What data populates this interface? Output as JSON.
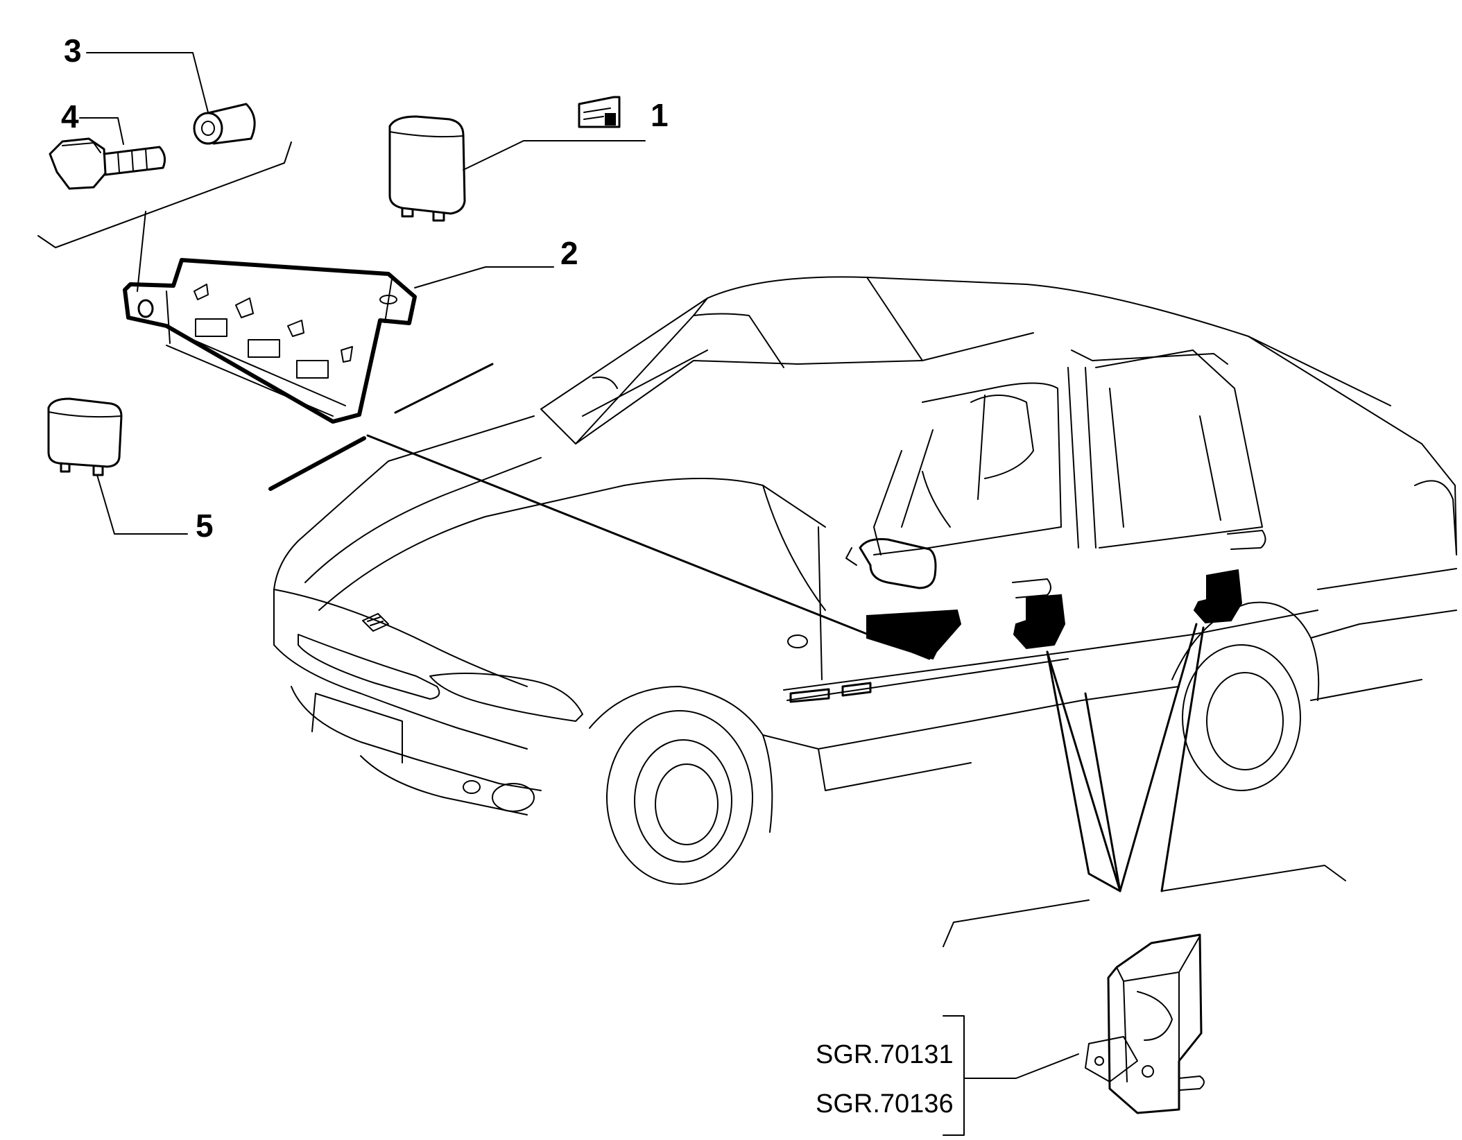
{
  "diagram": {
    "callouts": [
      {
        "id": "1",
        "label": "1"
      },
      {
        "id": "2",
        "label": "2"
      },
      {
        "id": "3",
        "label": "3"
      },
      {
        "id": "4",
        "label": "4"
      },
      {
        "id": "5",
        "label": "5"
      }
    ],
    "references": [
      "SGR.70131",
      "SGR.70136"
    ],
    "symbols": {
      "door_lock": "door-lock-icon"
    }
  }
}
